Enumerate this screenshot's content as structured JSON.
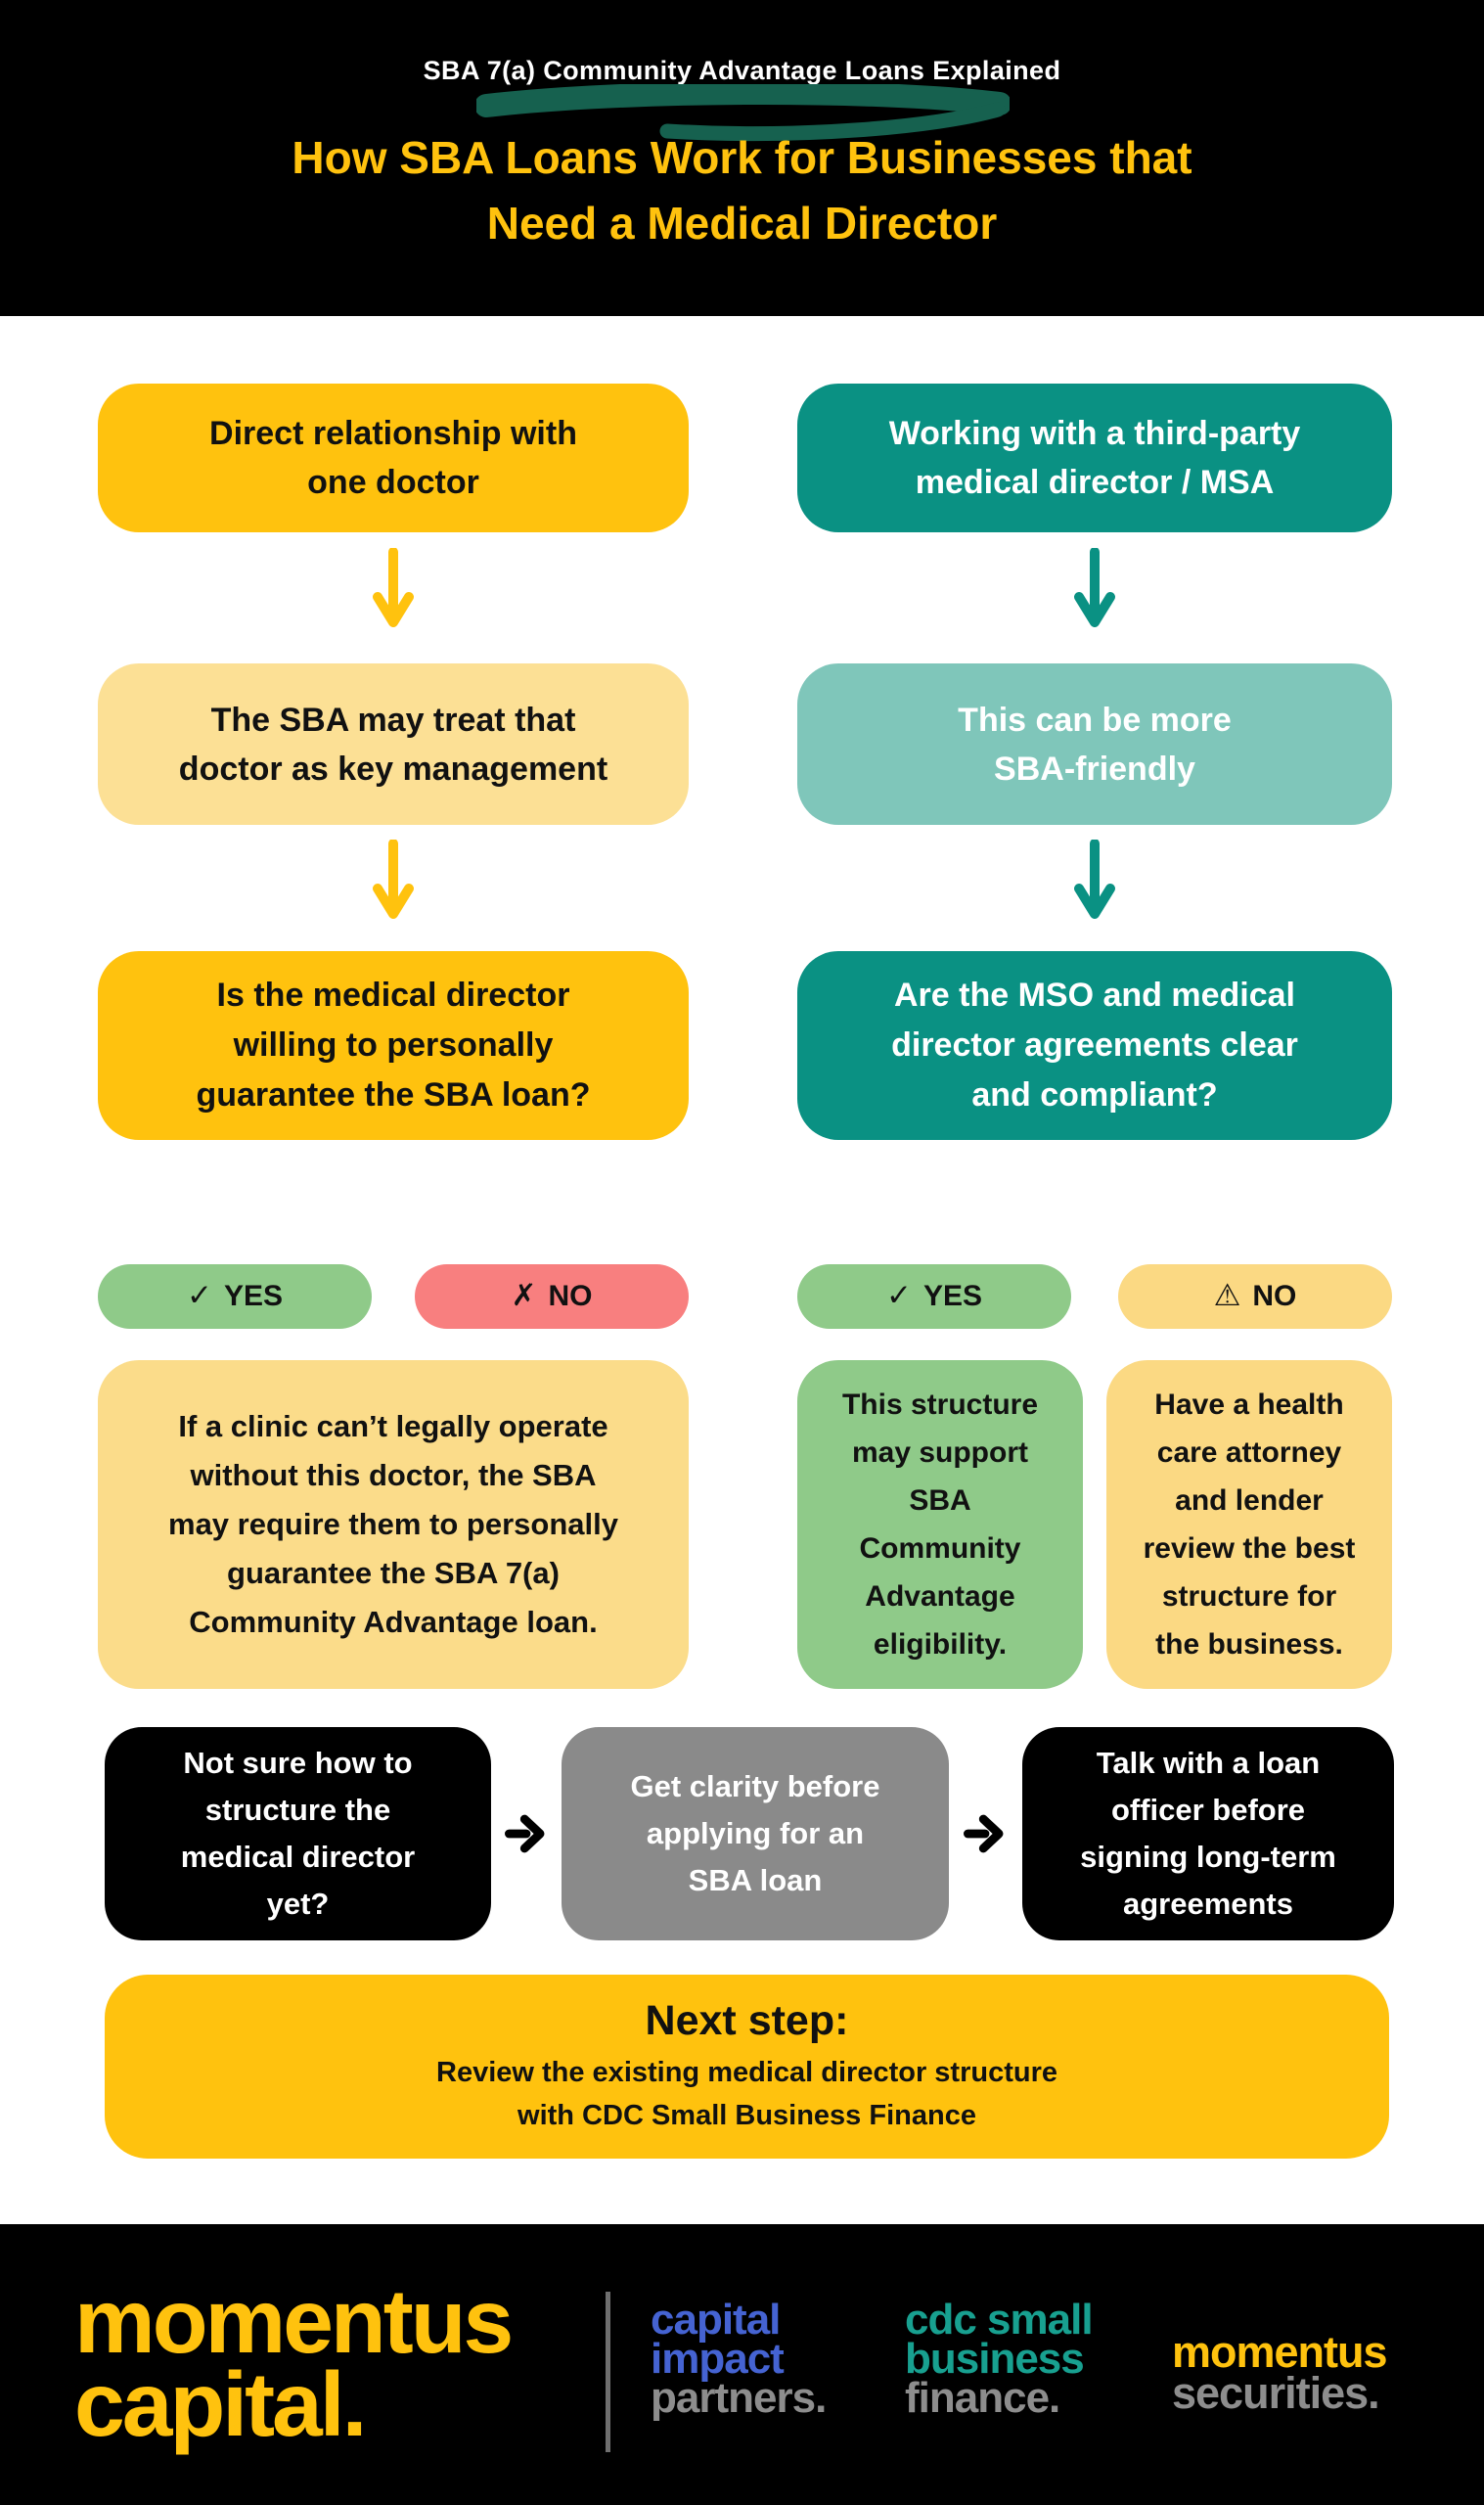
{
  "colors": {
    "gold": "#FFC20E",
    "light_yellow": "#FCE095",
    "outcome_yellow": "#FBDC8A",
    "pill_gold": "#FBD983",
    "teal": "#0A9183",
    "light_teal": "#7FC6BA",
    "green": "#8FCA89",
    "red": "#F87F7F",
    "gray": "#8A8A8A",
    "black": "#000000",
    "swoosh_green": "#16614F",
    "logo_blue": "#4563D2",
    "logo_teal": "#18A090",
    "logo_gray": "#8D8D8D"
  },
  "header": {
    "eyebrow": "SBA 7(a) Community Advantage Loans Explained",
    "title": "How SBA Loans Work for Businesses that\nNeed a Medical Director"
  },
  "flow": {
    "left": {
      "start": "Direct relationship with\none doctor",
      "step": "The SBA may treat that\ndoctor as key management",
      "question": "Is the medical director\nwilling to personally\nguarantee the SBA loan?",
      "yes_label": "YES",
      "no_label": "NO",
      "outcome": "If a clinic can’t legally operate\nwithout this doctor, the SBA\nmay require them to personally\nguarantee the SBA 7(a)\nCommunity Advantage loan."
    },
    "right": {
      "start": "Working with a third-party\nmedical director / MSA",
      "step": "This can be more\nSBA-friendly",
      "question": "Are the MSO and medical\ndirector agreements clear\nand compliant?",
      "yes_label": "YES",
      "no_label": "NO",
      "outcome_yes": "This structure\nmay support\nSBA\nCommunity\nAdvantage\neligibility.",
      "outcome_no": "Have a health\ncare attorney\nand lender\nreview the best\nstructure for\nthe business."
    }
  },
  "icons": {
    "check": "✓",
    "cross": "✗",
    "warning": "⚠"
  },
  "cta": {
    "box1": "Not sure how to\nstructure the\nmedical director\nyet?",
    "box2": "Get clarity before\napplying for an\nSBA loan",
    "box3": "Talk with a loan\nofficer before\nsigning long-term\nagreements"
  },
  "next_step": {
    "title": "Next step:",
    "body": "Review the existing medical director structure\nwith CDC Small Business Finance"
  },
  "footer": {
    "momentus_capital": "momentus\ncapital.",
    "capital_impact": {
      "line1": "capital",
      "line2": "impact",
      "line3": "partners."
    },
    "cdc_small_business": {
      "line1": "cdc small",
      "line2": "business",
      "line3": "finance."
    },
    "momentus_securities": {
      "line1": "momentus",
      "line2": "securities."
    }
  }
}
